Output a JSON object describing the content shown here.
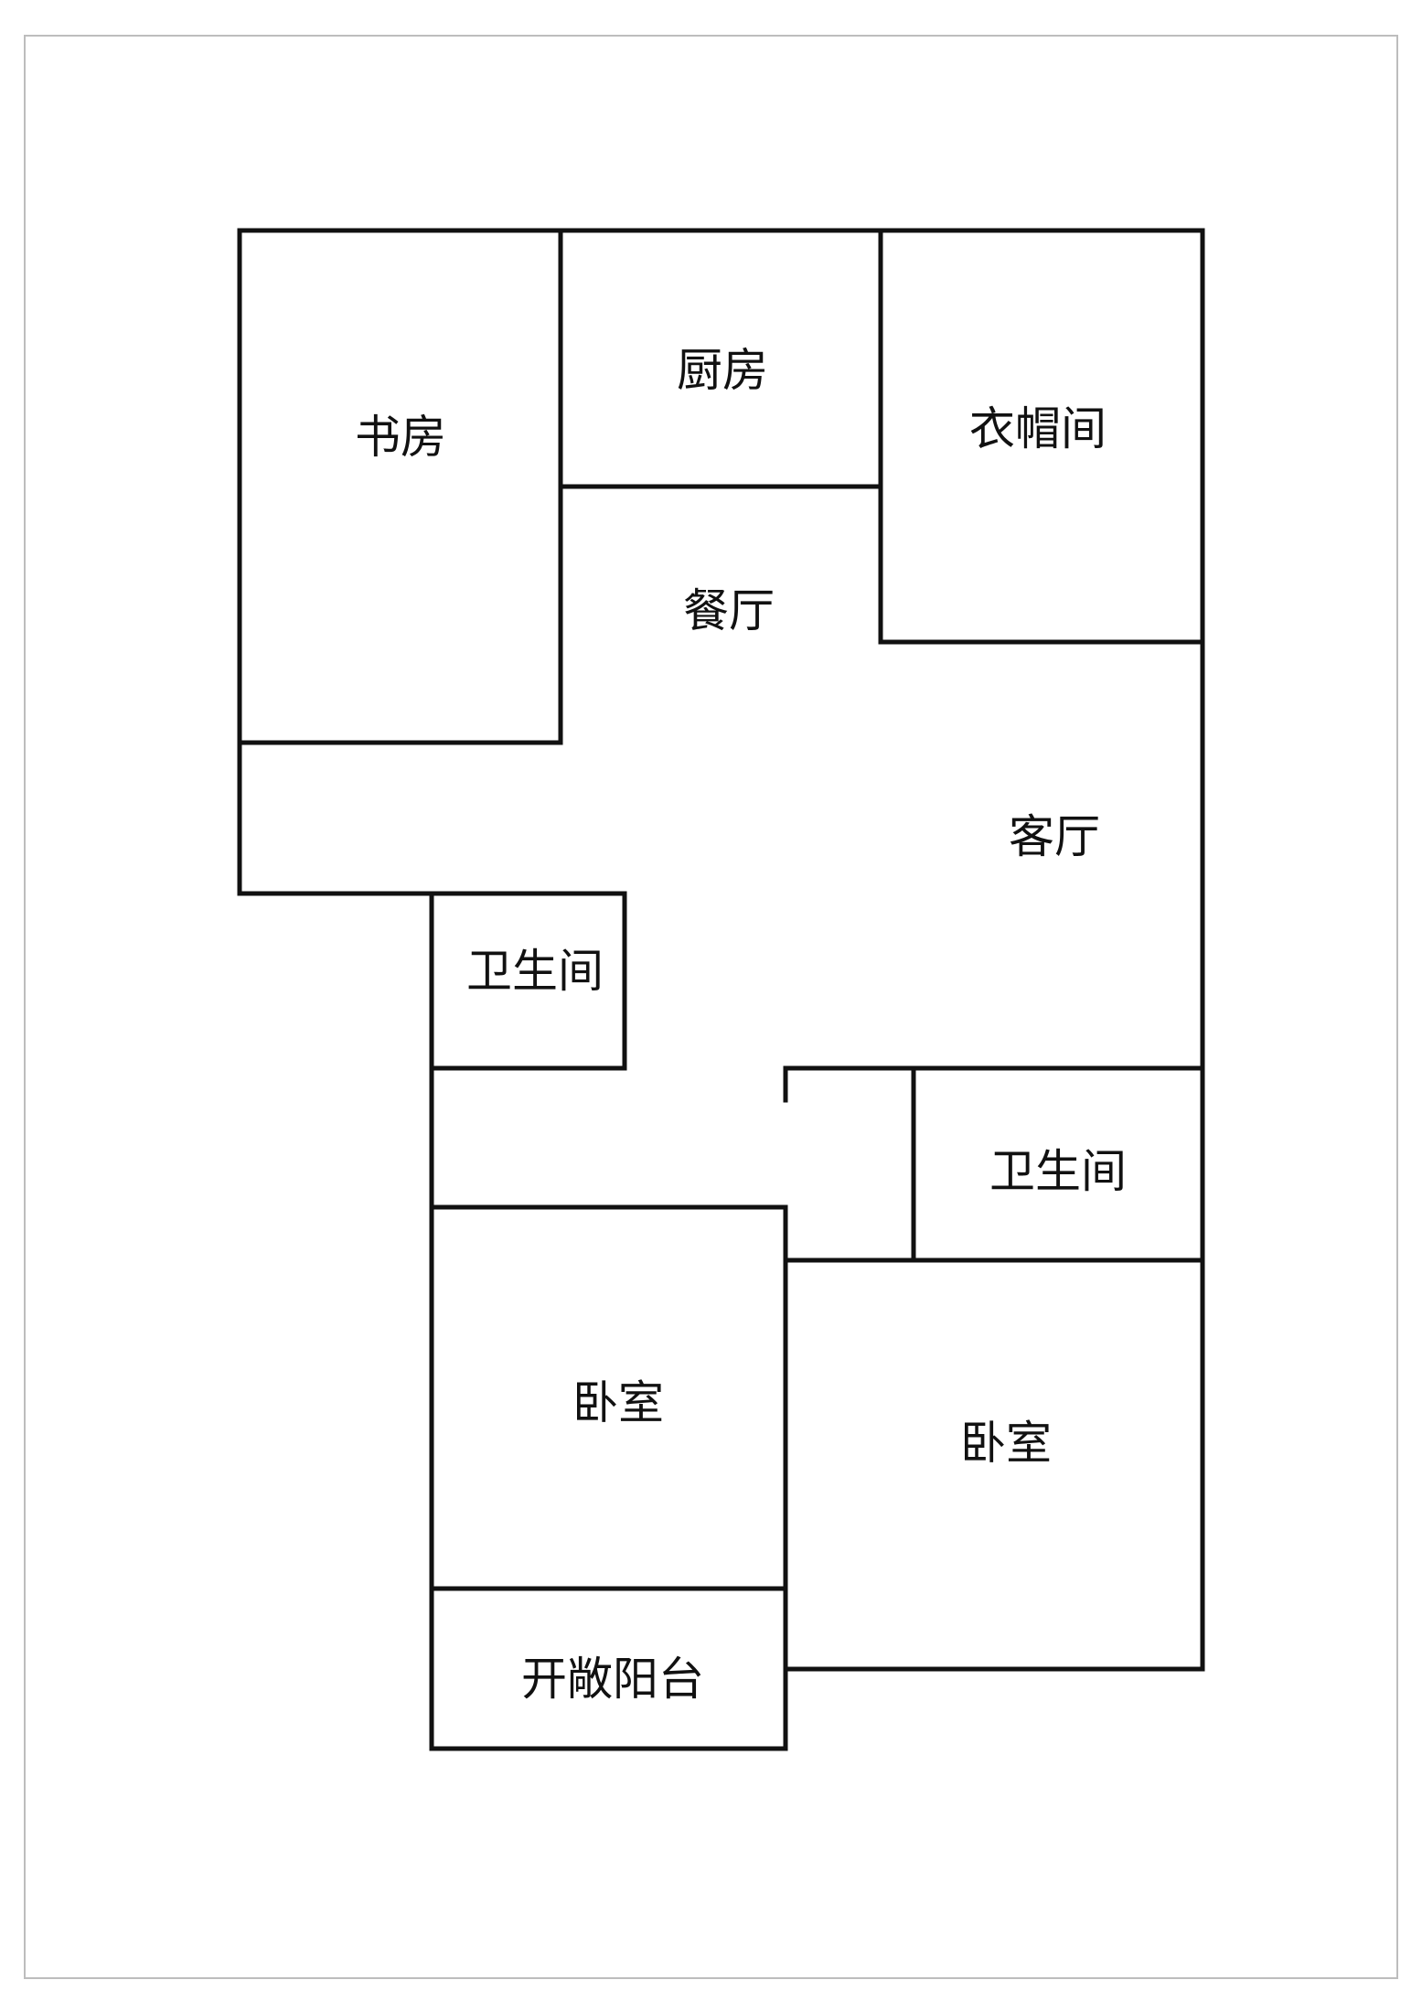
{
  "rooms": {
    "study": "书房",
    "kitchen": "厨房",
    "cloakroom": "衣帽间",
    "dining": "餐厅",
    "living": "客厅",
    "bathroom_left": "卫生间",
    "bathroom_right": "卫生间",
    "bedroom_left": "卧室",
    "bedroom_right": "卧室",
    "balcony": "开敞阳台"
  }
}
